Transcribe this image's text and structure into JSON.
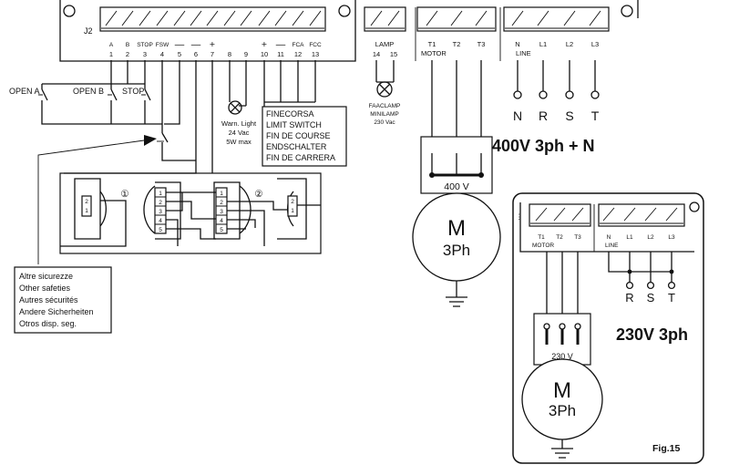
{
  "board": {
    "connector_name": "J2",
    "terminal_labels": [
      "A",
      "B",
      "STOP",
      "FSW",
      "—",
      "—",
      "+",
      "",
      "",
      "+",
      "—",
      "FCA",
      "FCC"
    ],
    "terminal_numbers": [
      "1",
      "2",
      "3",
      "4",
      "5",
      "6",
      "7",
      "8",
      "9",
      "10",
      "11",
      "12",
      "13"
    ]
  },
  "lamp_block": {
    "title": "LAMP",
    "numbers": [
      "14",
      "15"
    ]
  },
  "motor_block": {
    "labels": [
      "T1",
      "T2",
      "T3"
    ],
    "caption": "MOTOR"
  },
  "line_block": {
    "labels": [
      "N",
      "L1",
      "L2",
      "L3"
    ],
    "caption": "LINE"
  },
  "inputs": {
    "open_a": "OPEN A",
    "open_b": "OPEN B",
    "stop": "STOP"
  },
  "warn_light": {
    "line1": "Warn. Light",
    "line2": "24 Vac",
    "line3": "5W max"
  },
  "limit_switch_labels": [
    "FINECORSA",
    "LIMIT SWITCH",
    "FIN DE COURSE",
    "ENDSCHALTER",
    "FIN DE CARRERA"
  ],
  "faac_lamp": {
    "line1": "FAACLAMP",
    "line2": "MINILAMP",
    "line3": "230 Vac"
  },
  "line_letters": [
    "N",
    "R",
    "S",
    "T"
  ],
  "main_title": "400V 3ph + N",
  "motor_400": {
    "voltage": "400 V",
    "letter": "M",
    "phase": "3Ph"
  },
  "safety_numbers": [
    "①",
    "②"
  ],
  "photocell_pins_left": [
    "2",
    "1"
  ],
  "photocell_pins_tx": [
    "1",
    "2",
    "3",
    "4",
    "5"
  ],
  "other_safeties": [
    "Altre sicurezze",
    "Other safeties",
    "Autres sécurités",
    "Andere Sicherheiten",
    "Otros disp. seg."
  ],
  "inset": {
    "motor_labels": [
      "T1",
      "T2",
      "T3"
    ],
    "motor_caption": "MOTOR",
    "line_labels": [
      "N",
      "L1",
      "L2",
      "L3"
    ],
    "line_caption": "LINE",
    "phase_letters": [
      "R",
      "S",
      "T"
    ],
    "title": "230V 3ph",
    "motor": {
      "voltage": "230 V",
      "letter": "M",
      "phase": "3Ph"
    },
    "figure": "Fig.15"
  }
}
